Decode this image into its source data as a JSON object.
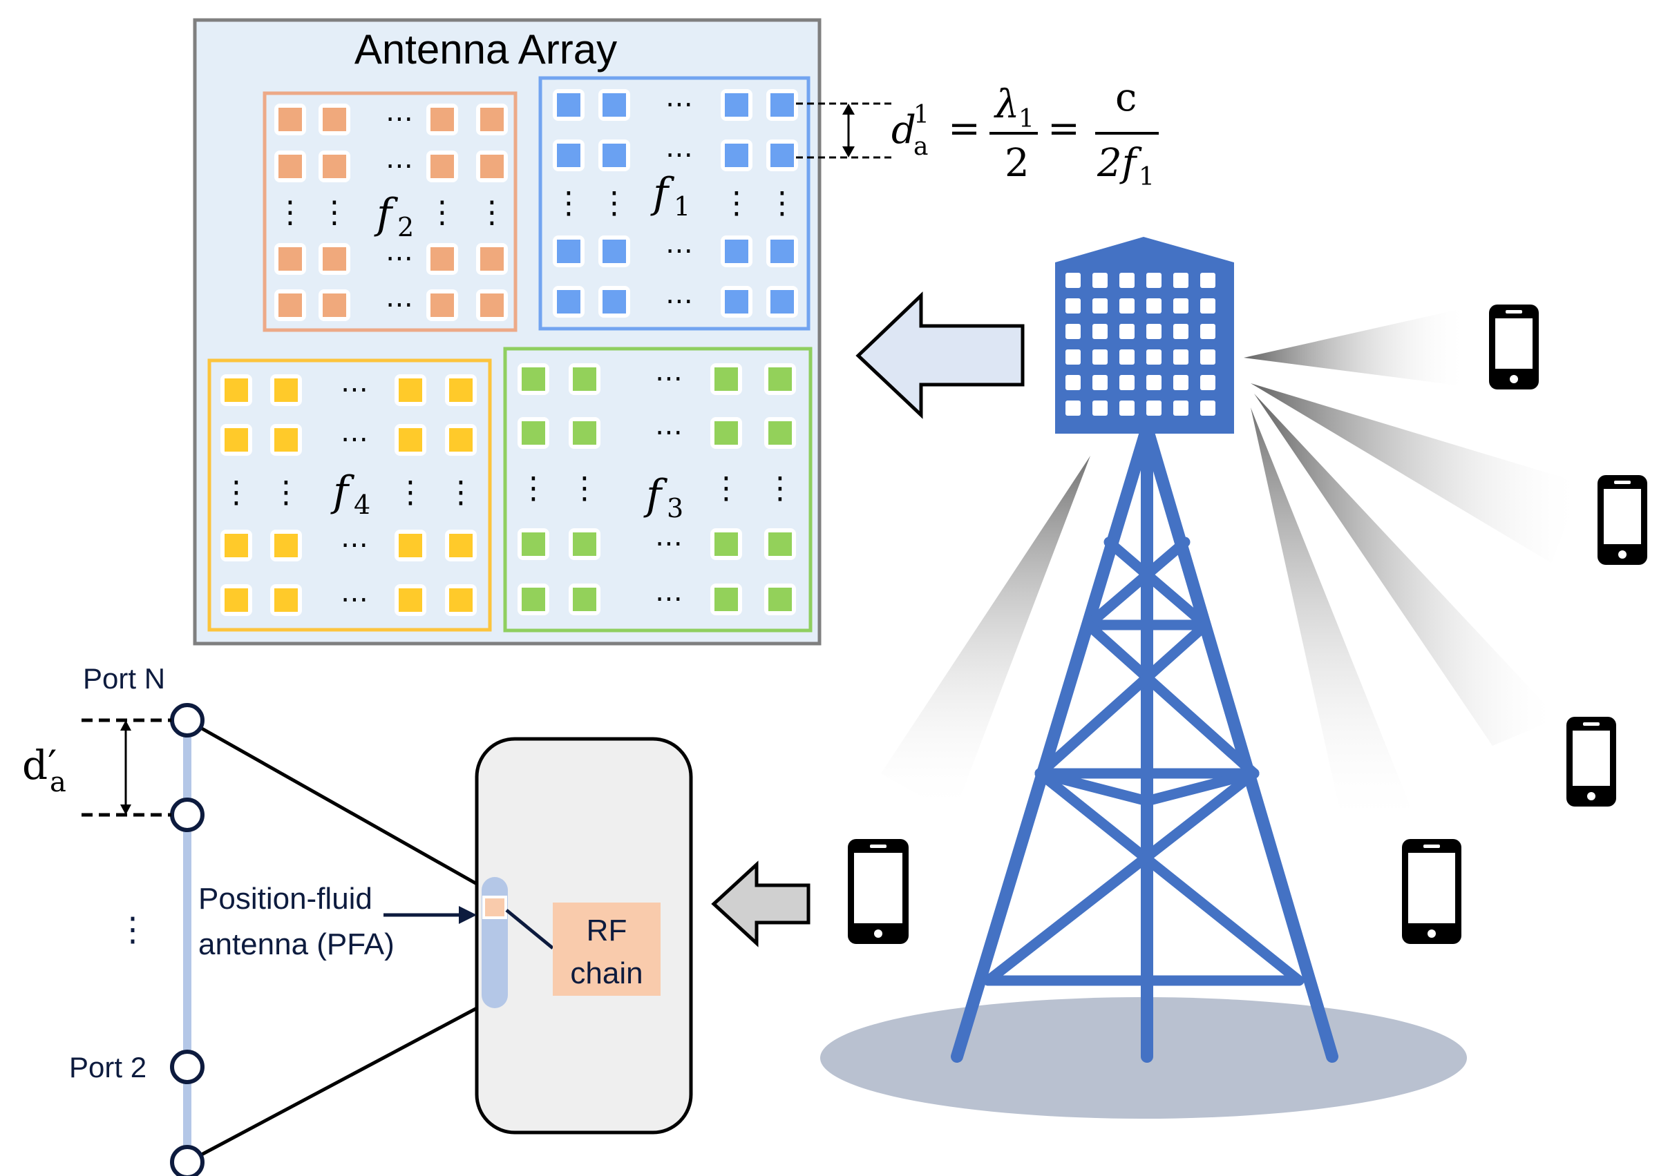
{
  "antenna_array": {
    "title": "Antenna Array",
    "dots": "⋯",
    "vdots": "⋮",
    "subarrays": [
      {
        "id": "f2",
        "label": "f",
        "sub": "2",
        "color": "#f0a97c",
        "border": "#eda987"
      },
      {
        "id": "f1",
        "label": "f",
        "sub": "1",
        "color": "#6aa1f2",
        "border": "#72a4f0"
      },
      {
        "id": "f4",
        "label": "f",
        "sub": "4",
        "color": "#ffca2a",
        "border": "#fcc43d"
      },
      {
        "id": "f3",
        "label": "f",
        "sub": "3",
        "color": "#93d15a",
        "border": "#8fcf5f"
      }
    ]
  },
  "equation": {
    "d": "d",
    "d_sup": "1",
    "d_sub": "a",
    "eq1": "=",
    "lambda": "λ",
    "lambda_sub": "1",
    "den1": "2",
    "eq2": "=",
    "num2": "c",
    "den2": "2f",
    "den2_sub": "1"
  },
  "pfa": {
    "port_n": "Port N",
    "port_2": "Port 2",
    "spacing_label": "d",
    "spacing_prime": "′",
    "spacing_sub": "a",
    "vdots": "⋮",
    "antenna_label_line1": "Position-fluid",
    "antenna_label_line2": "antenna (PFA)",
    "rf_line1": "RF",
    "rf_line2": "chain"
  },
  "colors": {
    "tower_blue": "#4472c4",
    "array_bg": "#e4eef8",
    "array_border": "#7f7f7f",
    "rf_box": "#f9cbac",
    "pfa_rail": "#b4c7e7",
    "ground": "#b9c1d0"
  },
  "icons": [
    "base-station-tower-icon",
    "smartphone-icon",
    "arrow-left-icon"
  ]
}
